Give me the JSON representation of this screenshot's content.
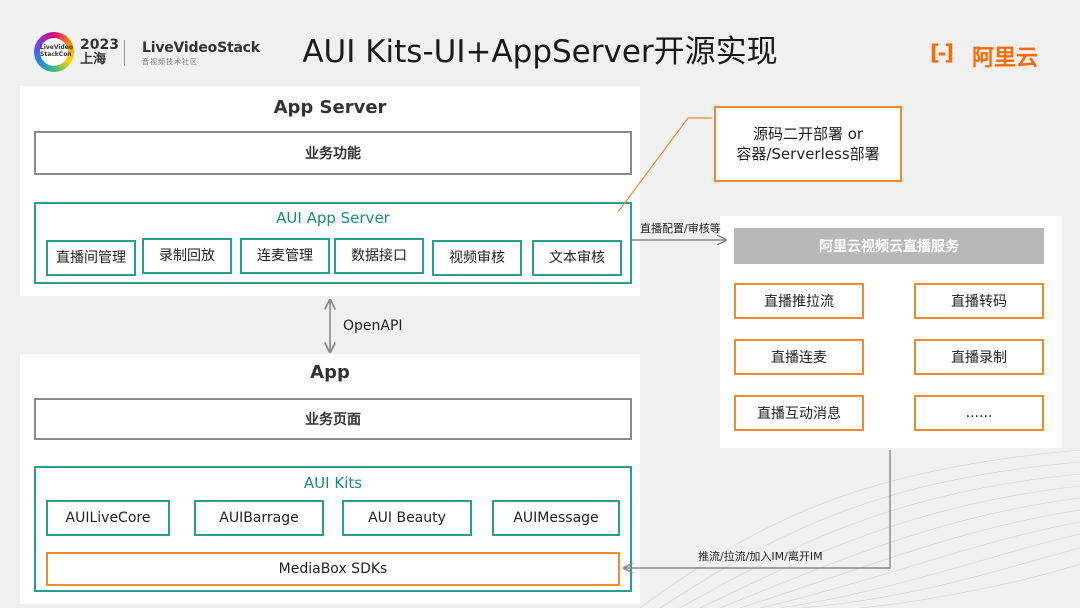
{
  "header": {
    "title": "AUI Kits-UI+AppServer开源实现",
    "event_logo": {
      "badge": "LiveVideo StackCon",
      "year": "2023",
      "city": "上海"
    },
    "lvs_logo": {
      "name": "LiveVideoStack",
      "subtitle": "音视频技术社区"
    },
    "brand_logo": {
      "icon": "[-]",
      "name": "阿里云",
      "color": "#ff6a00"
    }
  },
  "app_server": {
    "title": "App Server",
    "business": "业务功能",
    "aui_title": "AUI App Server",
    "modules": [
      "直播间管理",
      "录制回放",
      "连麦管理",
      "数据接口",
      "视频审核",
      "文本审核"
    ]
  },
  "app": {
    "title": "App",
    "business": "业务页面",
    "kits_title": "AUI Kits",
    "kits": [
      "AUILiveCore",
      "AUIBarrage",
      "AUI Beauty",
      "AUIMessage"
    ],
    "sdk": "MediaBox SDKs"
  },
  "deploy_note": "源码二开部署 or\n容器/Serverless部署",
  "connectors": {
    "openapi": "OpenAPI",
    "config": "直播配置/审核等",
    "push": "推流/拉流/加入IM/离开IM"
  },
  "cloud_service": {
    "title": "阿里云视频云直播服务",
    "items": [
      "直播推拉流",
      "直播转码",
      "直播连麦",
      "直播录制",
      "直播互动消息",
      "......"
    ]
  },
  "colors": {
    "teal": "#2a9d8f",
    "orange": "#f08a30",
    "brand": "#ff6a00",
    "gray_border": "#8a8a8a"
  }
}
